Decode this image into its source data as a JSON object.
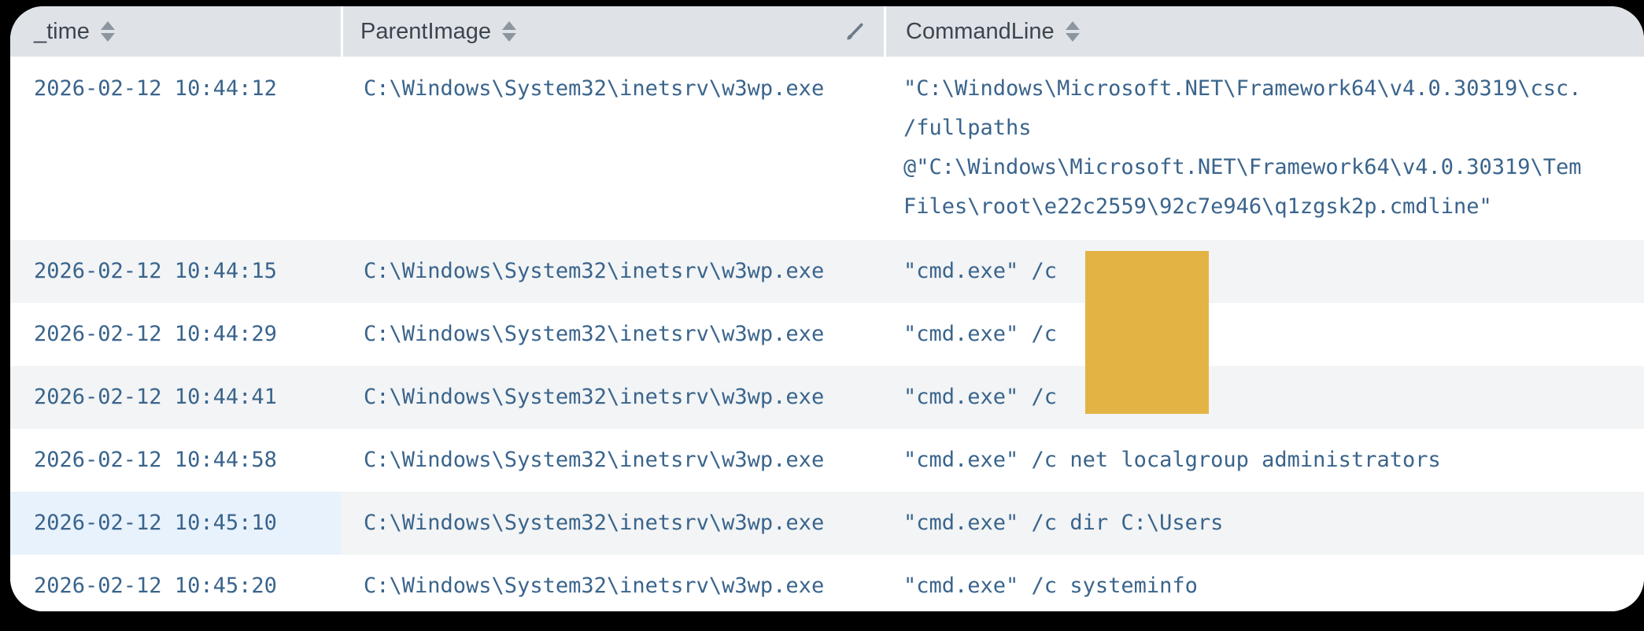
{
  "table": {
    "columns": [
      {
        "key": "time",
        "label": "_time"
      },
      {
        "key": "parent",
        "label": "ParentImage"
      },
      {
        "key": "cmd",
        "label": "CommandLine"
      }
    ],
    "rows": [
      {
        "time": "2026-02-12 10:44:12",
        "parent": "C:\\Windows\\System32\\inetsrv\\w3wp.exe",
        "cmd_lines": [
          "\"C:\\Windows\\Microsoft.NET\\Framework64\\v4.0.30319\\csc.",
          "/fullpaths",
          "@\"C:\\Windows\\Microsoft.NET\\Framework64\\v4.0.30319\\Tem",
          "Files\\root\\e22c2559\\92c7e946\\q1zgsk2p.cmdline\""
        ],
        "striped": false,
        "tall": true,
        "time_highlight": false,
        "redacted": false
      },
      {
        "time": "2026-02-12 10:44:15",
        "parent": "C:\\Windows\\System32\\inetsrv\\w3wp.exe",
        "cmd_lines": [
          "\"cmd.exe\" /c"
        ],
        "striped": true,
        "tall": false,
        "time_highlight": false,
        "redacted": true
      },
      {
        "time": "2026-02-12 10:44:29",
        "parent": "C:\\Windows\\System32\\inetsrv\\w3wp.exe",
        "cmd_lines": [
          "\"cmd.exe\" /c"
        ],
        "striped": false,
        "tall": false,
        "time_highlight": false,
        "redacted": true
      },
      {
        "time": "2026-02-12 10:44:41",
        "parent": "C:\\Windows\\System32\\inetsrv\\w3wp.exe",
        "cmd_lines": [
          "\"cmd.exe\" /c"
        ],
        "striped": true,
        "tall": false,
        "time_highlight": false,
        "redacted": true
      },
      {
        "time": "2026-02-12 10:44:58",
        "parent": "C:\\Windows\\System32\\inetsrv\\w3wp.exe",
        "cmd_lines": [
          "\"cmd.exe\" /c net localgroup administrators"
        ],
        "striped": false,
        "tall": false,
        "time_highlight": false,
        "redacted": false
      },
      {
        "time": "2026-02-12 10:45:10",
        "parent": "C:\\Windows\\System32\\inetsrv\\w3wp.exe",
        "cmd_lines": [
          "\"cmd.exe\" /c dir C:\\Users"
        ],
        "striped": true,
        "tall": false,
        "time_highlight": true,
        "redacted": false
      },
      {
        "time": "2026-02-12 10:45:20",
        "parent": "C:\\Windows\\System32\\inetsrv\\w3wp.exe",
        "cmd_lines": [
          "\"cmd.exe\" /c systeminfo"
        ],
        "striped": false,
        "tall": false,
        "time_highlight": false,
        "redacted": false
      }
    ]
  },
  "icons": {
    "sort": "sort-arrows-icon",
    "brush": "paintbrush-format-icon"
  },
  "colors": {
    "header_bg": "#dfe3e8",
    "header_text": "#3d454f",
    "stripe_bg": "#f2f4f5",
    "cell_text_blue": "#3a648c",
    "time_cell_highlight": "#e8f2fc",
    "redaction_yellow": "#e3b444",
    "icon_gray": "#8d96a0"
  }
}
